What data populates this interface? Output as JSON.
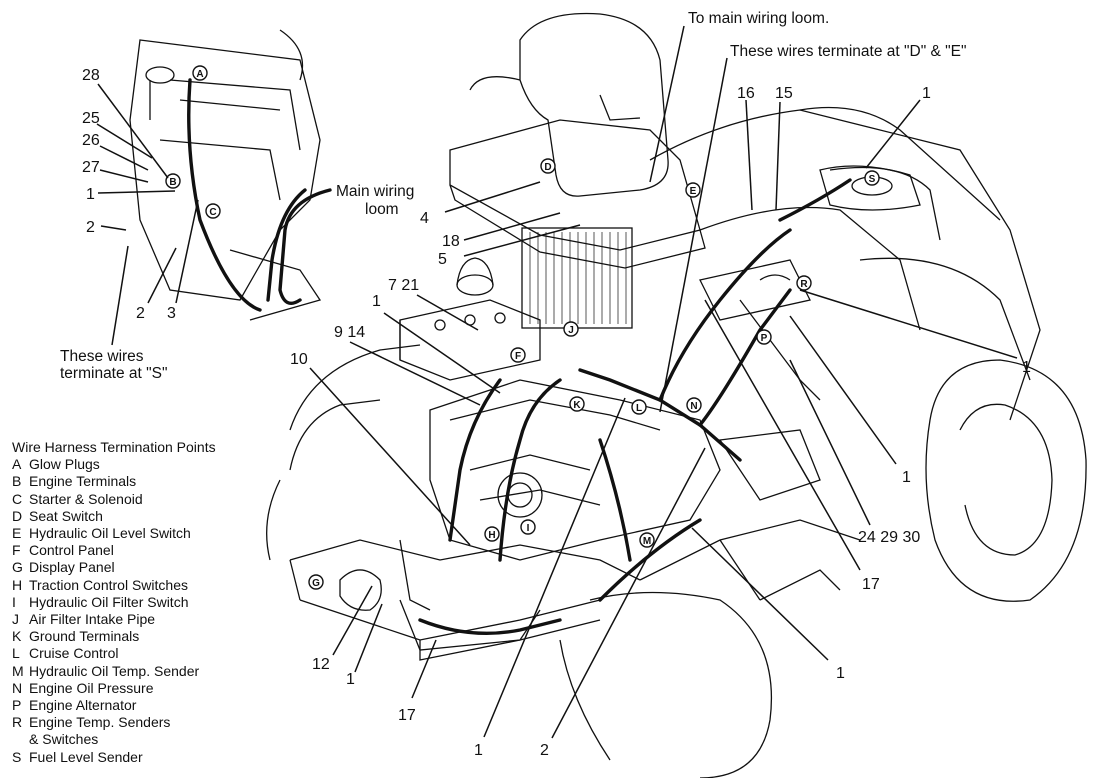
{
  "callouts": {
    "n28": "28",
    "n25": "25",
    "n26": "26",
    "n27": "27",
    "n1_tl": "1",
    "n2_left": "2",
    "n2_b": "2",
    "n3": "3",
    "n4": "4",
    "n18": "18",
    "n5": "5",
    "n7_21": "7 21",
    "n1_mid": "1",
    "n9_14": "9 14",
    "n10": "10",
    "n16": "16",
    "n15": "15",
    "n1_tr": "1",
    "n1_r1": "1",
    "n1_r2": "1",
    "n24_29_30": "24 29 30",
    "n17_r": "17",
    "n1_br": "1",
    "n12": "12",
    "n1_bl": "1",
    "n17_b": "17",
    "n1_bot": "1",
    "n2_bot": "2"
  },
  "notes": {
    "main_loom_top": "To main wiring loom.",
    "terminate_de": "These wires terminate at \"D\" & \"E\"",
    "main_loom_label": [
      "Main wiring",
      "loom"
    ],
    "terminate_s": [
      "These wires",
      "terminate at \"S\""
    ]
  },
  "termination_points": {
    "title": "Wire Harness Termination Points",
    "items": [
      {
        "key": "A",
        "label": "Glow Plugs"
      },
      {
        "key": "B",
        "label": "Engine Terminals"
      },
      {
        "key": "C",
        "label": "Starter & Solenoid"
      },
      {
        "key": "D",
        "label": "Seat Switch"
      },
      {
        "key": "E",
        "label": "Hydraulic Oil Level Switch"
      },
      {
        "key": "F",
        "label": "Control Panel"
      },
      {
        "key": "G",
        "label": "Display Panel"
      },
      {
        "key": "H",
        "label": "Traction Control Switches"
      },
      {
        "key": "I",
        "label": "Hydraulic Oil Filter Switch"
      },
      {
        "key": "J",
        "label": "Air Filter Intake Pipe"
      },
      {
        "key": "K",
        "label": "Ground Terminals"
      },
      {
        "key": "L",
        "label": "Cruise Control"
      },
      {
        "key": "M",
        "label": "Hydraulic Oil Temp. Sender"
      },
      {
        "key": "N",
        "label": "Engine Oil Pressure"
      },
      {
        "key": "P",
        "label": "Engine Alternator"
      },
      {
        "key": "R",
        "label": "Engine Temp. Senders"
      },
      {
        "key": "",
        "label": "& Switches"
      },
      {
        "key": "S",
        "label": "Fuel Level Sender"
      }
    ]
  },
  "diagram_markers": {
    "A": "A",
    "B": "B",
    "C": "C",
    "D": "D",
    "E": "E",
    "F": "F",
    "G": "G",
    "H": "H",
    "I": "I",
    "J": "J",
    "K": "K",
    "L": "L",
    "M": "M",
    "N": "N",
    "P": "P",
    "R": "R",
    "S": "S"
  }
}
